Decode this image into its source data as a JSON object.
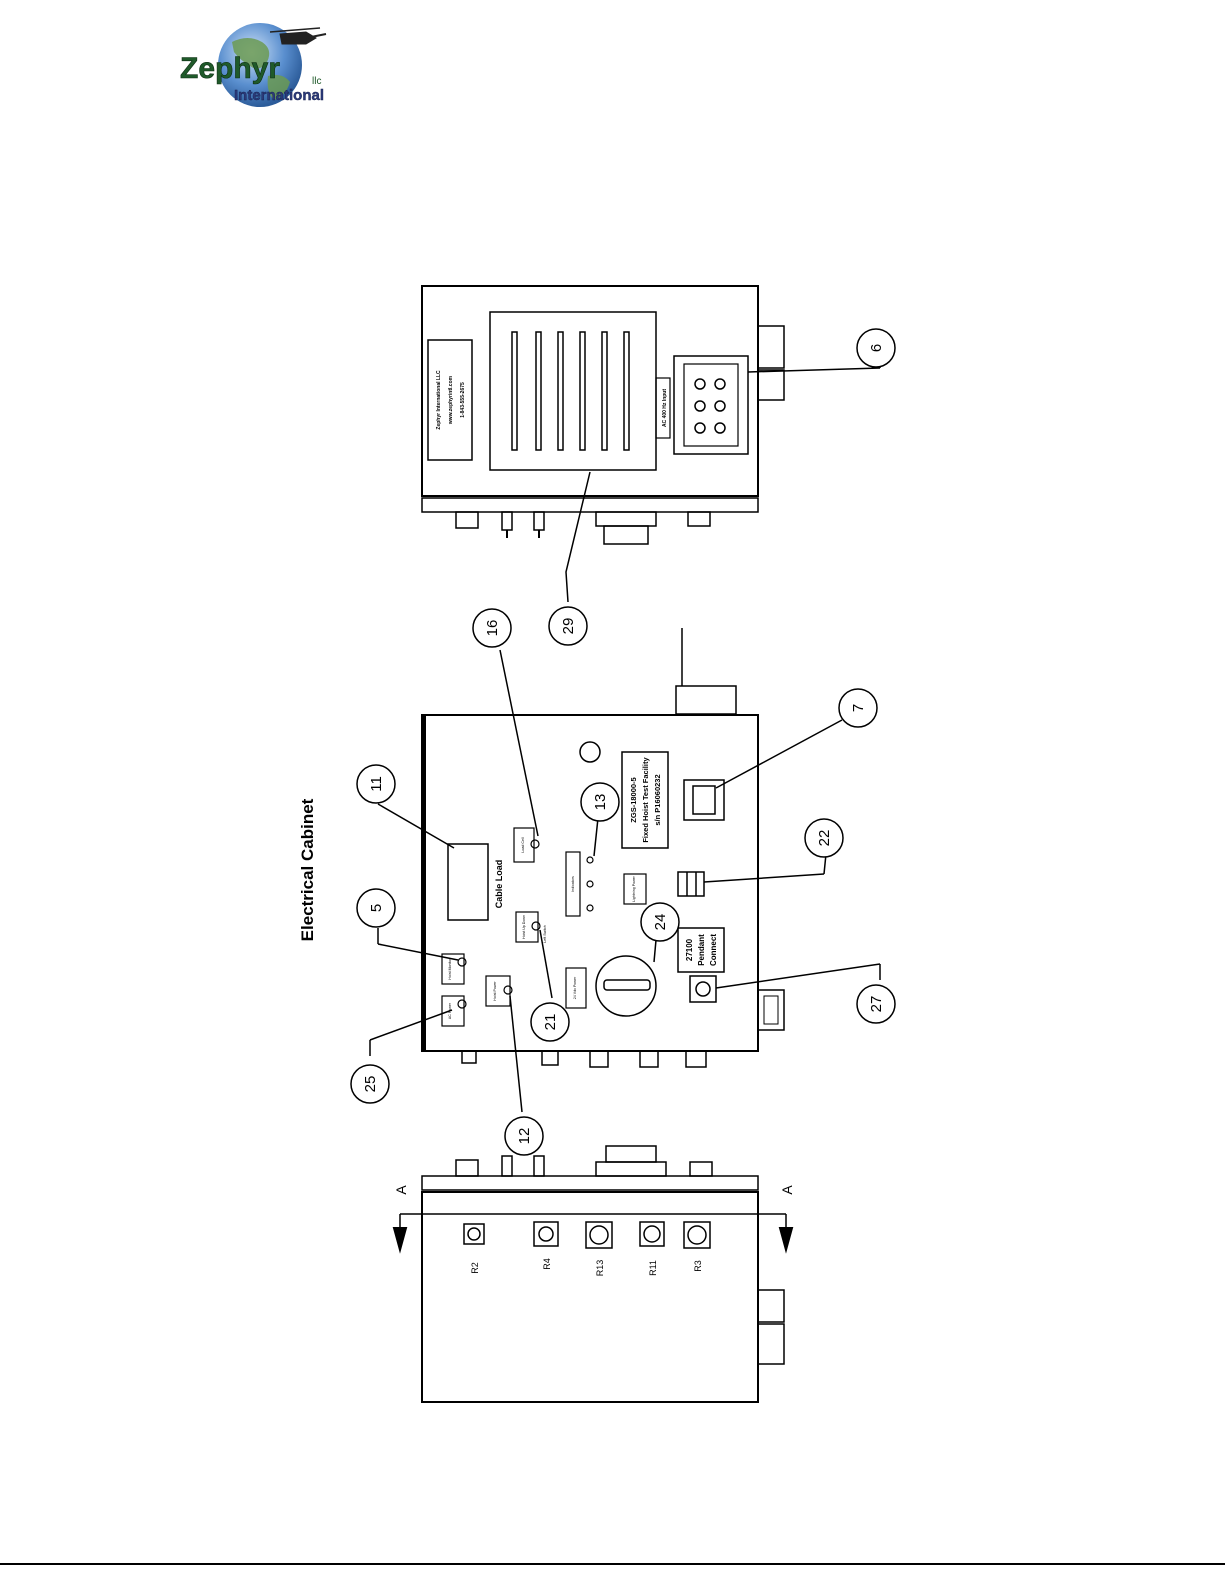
{
  "logo": {
    "name": "Zephyr",
    "suffix": "llc",
    "sub": "International",
    "colors": {
      "name": "#1f5a2a",
      "sub": "#2b3a7a",
      "globe": "#4a7fc4",
      "land": "#6b9a52"
    }
  },
  "title": "Electrical Cabinet",
  "section_markers": [
    "A",
    "A"
  ],
  "callouts": {
    "c6": "6",
    "c29": "29",
    "c16": "16",
    "c7": "7",
    "c11": "11",
    "c13": "13",
    "c22": "22",
    "c5": "5",
    "c24": "24",
    "c27": "27",
    "c21": "21",
    "c25": "25",
    "c12": "12"
  },
  "top_view": {
    "company_lines": [
      "Zephyr International LLC",
      "www.zephyrintl.com",
      "1-843-555-2675"
    ],
    "ac_input_label": "AC 400 Hz Input"
  },
  "middle_view": {
    "nameplate_lines": [
      "ZGS-18000-5",
      "Fixed Hoist Test Facility",
      "s/n P16060232"
    ],
    "cable_load": "Cable Load",
    "pendant_lines": [
      "27100",
      "Pendant",
      "Connect"
    ],
    "small_labels": {
      "load_cell": "Load Cell",
      "hoist_up_down": "Hoist Up Down",
      "hoist_power": "Hoist Power",
      "ac_power": "AC Power",
      "hoist_monitor": "Hoist Monitor",
      "lightning_power": "Lightning Power",
      "vdc_power": "24 Vdc Power",
      "indicators": "Indicators",
      "left_switch": "Left Switch"
    }
  },
  "bottom_view": {
    "connector_labels": [
      "R2",
      "R4",
      "R13",
      "R11",
      "R3"
    ]
  }
}
